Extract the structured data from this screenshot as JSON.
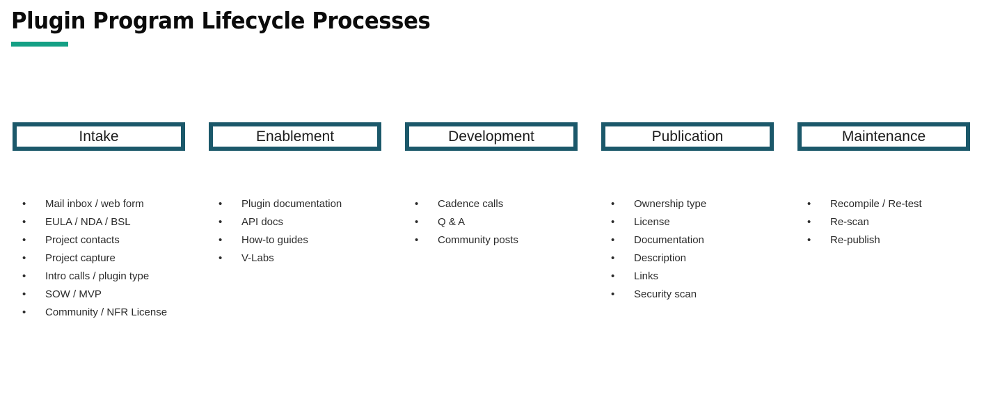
{
  "slide": {
    "title": "Plugin Program Lifecycle Processes",
    "accent_color": "#14a085",
    "box_border_color": "#1b586a",
    "text_color": "#2b2b2b",
    "background_color": "#ffffff",
    "bullet_glyph": "•"
  },
  "phases": [
    {
      "name": "Intake",
      "items": [
        "Mail inbox / web form",
        "EULA / NDA / BSL",
        "Project contacts",
        "Project capture",
        "Intro calls / plugin type",
        "SOW / MVP",
        "Community / NFR License"
      ]
    },
    {
      "name": "Enablement",
      "items": [
        "Plugin documentation",
        "API docs",
        "How-to guides",
        "V-Labs"
      ]
    },
    {
      "name": "Development",
      "items": [
        "Cadence calls",
        "Q & A",
        "Community posts"
      ]
    },
    {
      "name": "Publication",
      "items": [
        "Ownership type",
        "License",
        "Documentation",
        "Description",
        "Links",
        "Security scan"
      ]
    },
    {
      "name": "Maintenance",
      "items": [
        "Recompile / Re-test",
        "Re-scan",
        "Re-publish"
      ]
    }
  ]
}
